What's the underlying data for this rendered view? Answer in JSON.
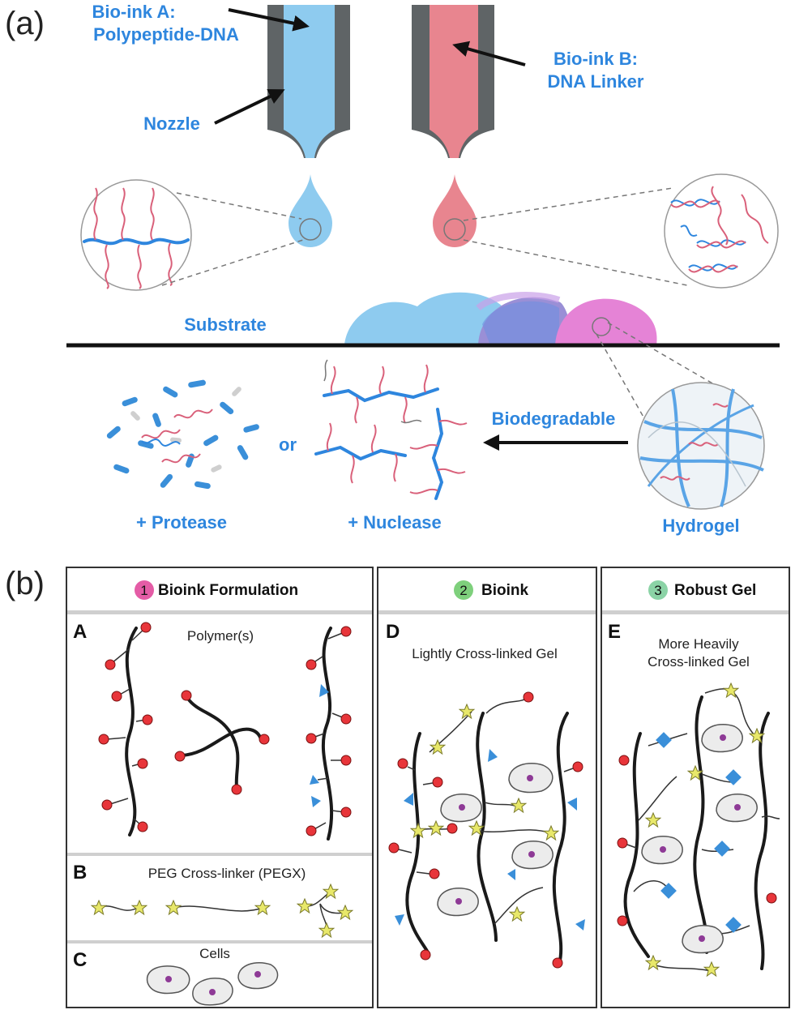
{
  "panel_a": {
    "letter": "(a)",
    "bioink_a_line1": "Bio-ink A:",
    "bioink_a_line2": "Polypeptide-DNA",
    "bioink_b_line1": "Bio-ink B:",
    "bioink_b_line2": "DNA Linker",
    "nozzle": "Nozzle",
    "substrate": "Substrate",
    "biodegradable": "Biodegradable",
    "or": "or",
    "protease": "+ Protease",
    "nuclease": "+ Nuclease",
    "hydrogel": "Hydrogel",
    "colors": {
      "ink_a": "#8ecbef",
      "ink_b": "#e8858f",
      "label_blue": "#2e86de",
      "nozzle_wall": "#5f6466"
    }
  },
  "panel_b": {
    "letter": "(b)",
    "col1": {
      "number": "1",
      "title": "Bioink Formulation",
      "badge_color": "#e45ca6"
    },
    "col2": {
      "number": "2",
      "title": "Bioink",
      "badge_color": "#7ed07c"
    },
    "col3": {
      "number": "3",
      "title": "Robust Gel",
      "badge_color": "#8bd3a6"
    },
    "sub_a": {
      "letter": "A",
      "title": "Polymer(s)"
    },
    "sub_b": {
      "letter": "B",
      "title": "PEG Cross-linker (PEGX)"
    },
    "sub_c": {
      "letter": "C",
      "title": "Cells"
    },
    "sub_d": {
      "letter": "D",
      "title": "Lightly Cross-linked Gel"
    },
    "sub_e": {
      "letter": "E",
      "title_line1": "More Heavily",
      "title_line2": "Cross-linked Gel"
    }
  }
}
